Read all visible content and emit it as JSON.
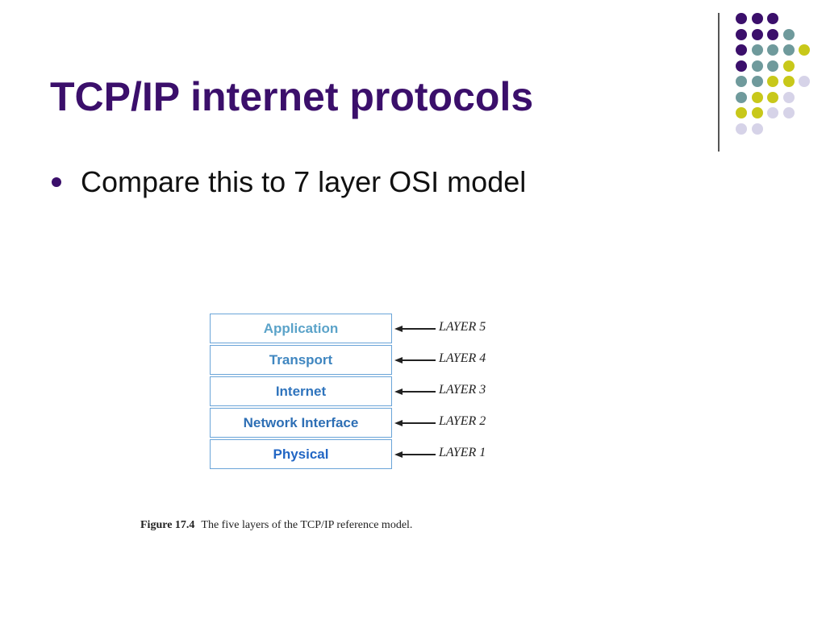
{
  "slide": {
    "title": "TCP/IP internet protocols",
    "bullets": [
      "Compare this to 7 layer OSI model"
    ]
  },
  "decoration": {
    "colors": {
      "purple": "#3b0f6b",
      "teal": "#6f9a9c",
      "lime": "#c8c81a",
      "lavender": "#d6d3e8"
    },
    "dot_grid": [
      [
        "purple",
        "purple",
        "purple",
        null,
        null
      ],
      [
        "purple",
        "purple",
        "purple",
        "teal",
        null
      ],
      [
        "purple",
        "teal",
        "teal",
        "teal",
        "lime"
      ],
      [
        "purple",
        "teal",
        "teal",
        "lime",
        null
      ],
      [
        "teal",
        "teal",
        "lime",
        "lime",
        "lavender"
      ],
      [
        "teal",
        "lime",
        "lime",
        "lavender",
        null
      ],
      [
        "lime",
        "lime",
        "lavender",
        "lavender",
        null
      ],
      [
        "lavender",
        "lavender",
        null,
        null,
        null
      ]
    ]
  },
  "diagram": {
    "layers": [
      {
        "name": "Application",
        "tag": "LAYER 5",
        "color": "#5ba3c9"
      },
      {
        "name": "Transport",
        "tag": "LAYER 4",
        "color": "#3f86c0"
      },
      {
        "name": "Internet",
        "tag": "LAYER 3",
        "color": "#2f74bd"
      },
      {
        "name": "Network Interface",
        "tag": "LAYER 2",
        "color": "#2e6fb5"
      },
      {
        "name": "Physical",
        "tag": "LAYER 1",
        "color": "#2266c4"
      }
    ],
    "caption_label": "Figure 17.4",
    "caption_text": "The five layers of the TCP/IP reference model."
  }
}
